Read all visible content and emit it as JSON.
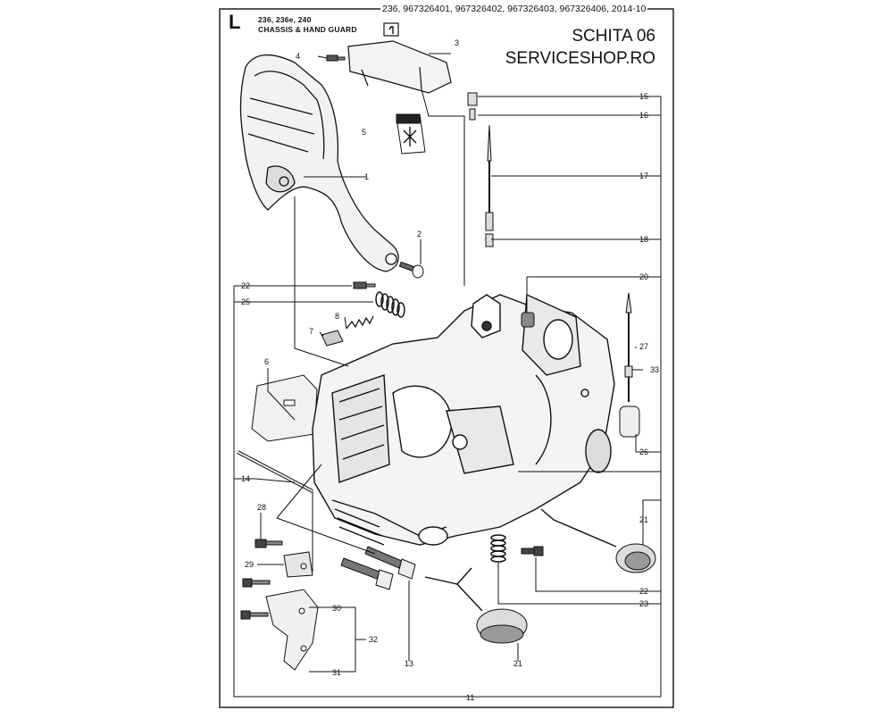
{
  "header": {
    "page_letter": "L",
    "models": "236, 236e, 240",
    "section_title": "CHASSIS & HAND GUARD",
    "reference_line": "236, 967326401, 967326402, 967326403, 967326406, 2014-10",
    "schita_label": "SCHITA 06",
    "shop_label": "SERVICESHOP.RO"
  },
  "parts": {
    "p1": "1",
    "p2": "2",
    "p3": "3",
    "p4": "4",
    "p5": "5",
    "p6": "6",
    "p7": "7",
    "p8": "8",
    "p11": "11",
    "p13": "13",
    "p14": "14",
    "p15": "15",
    "p16": "16",
    "p17": "17",
    "p18": "18",
    "p20": "20",
    "p21a": "21",
    "p21b": "21",
    "p22a": "22",
    "p22b": "22",
    "p23": "23",
    "p25": "25",
    "p26": "26",
    "p27": "27",
    "p28": "28",
    "p29": "29",
    "p30": "30",
    "p31": "31",
    "p32": "32",
    "p33": "33"
  }
}
